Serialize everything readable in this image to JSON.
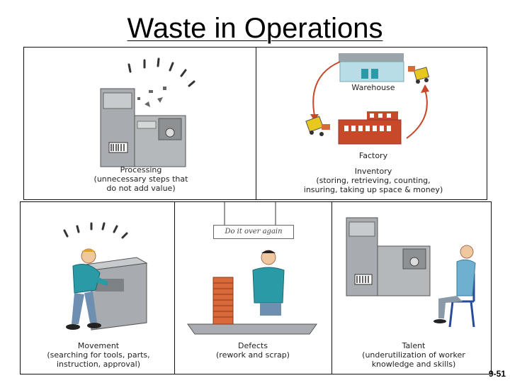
{
  "title": "Waste in Operations",
  "slide_number": "9-51",
  "panels": {
    "processing": {
      "label": "Processing",
      "desc1": "(unnecessary steps that",
      "desc2": "do not add value)"
    },
    "inventory": {
      "warehouse": "Warehouse",
      "factory": "Factory",
      "label": "Inventory",
      "desc1": "(storing, retrieving, counting,",
      "desc2": "insuring, taking up space & money)"
    },
    "movement": {
      "label": "Movement",
      "desc1": "(searching for tools, parts,",
      "desc2": "instruction, approval)"
    },
    "defects": {
      "note": "Do it over again",
      "label": "Defects",
      "desc1": "(rework and scrap)"
    },
    "talent": {
      "label": "Talent",
      "desc1": "(underutilization of worker",
      "desc2": "knowledge and skills)"
    }
  },
  "colors": {
    "teal": "#2a9aa6",
    "factory_red": "#c8482a",
    "brick": "#d9693a",
    "machine_gray": "#a8acb0",
    "forklift_yellow": "#e8c81e"
  }
}
